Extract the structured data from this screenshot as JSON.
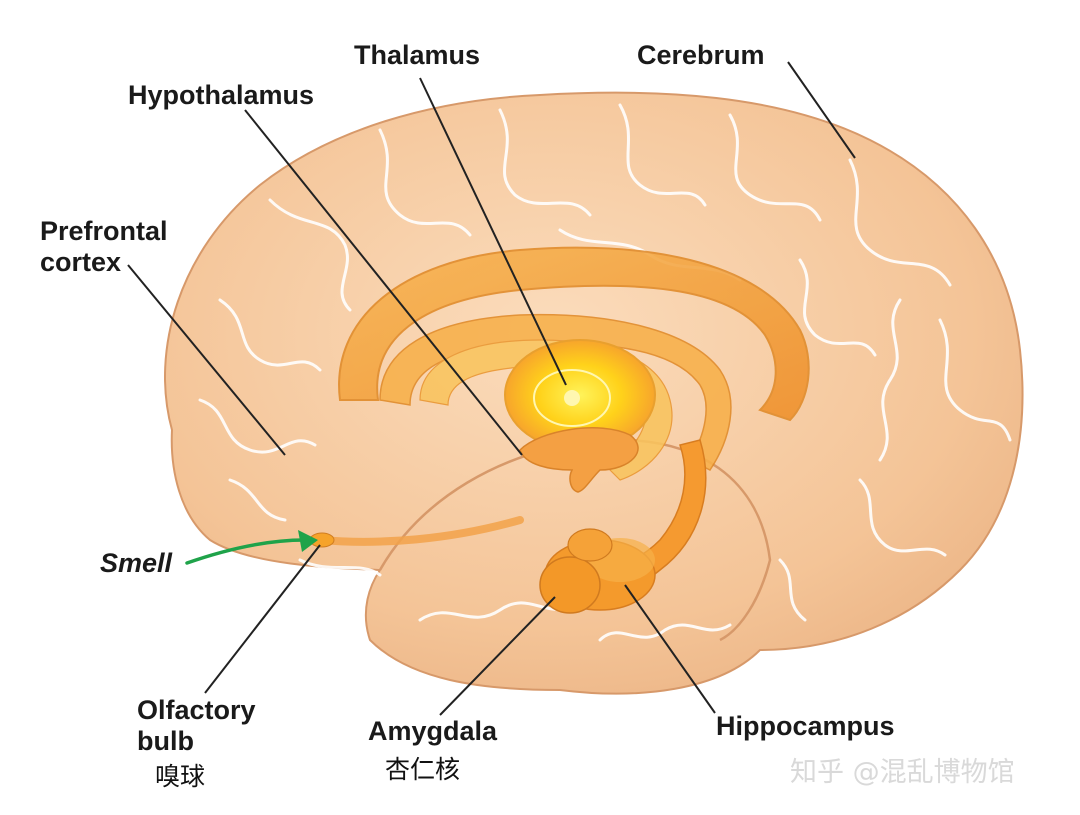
{
  "labels": {
    "thalamus": "Thalamus",
    "cerebrum": "Cerebrum",
    "hypothalamus": "Hypothalamus",
    "prefrontal_cortex": [
      "Prefrontal",
      "cortex"
    ],
    "smell": "Smell",
    "olfactory_bulb": [
      "Olfactory",
      "bulb"
    ],
    "olfactory_bulb_cn": "嗅球",
    "amygdala": "Amygdala",
    "amygdala_cn": "杏仁核",
    "hippocampus": "Hippocampus"
  },
  "watermark": "知乎 @混乱博物馆",
  "colors": {
    "brain_fill": "#f6caa0",
    "brain_fold": "#ffffff",
    "limbic": "#f6a13a",
    "thalamus_core": "#ffd21a",
    "arrow": "#1fa34a",
    "leader": "#222222"
  }
}
